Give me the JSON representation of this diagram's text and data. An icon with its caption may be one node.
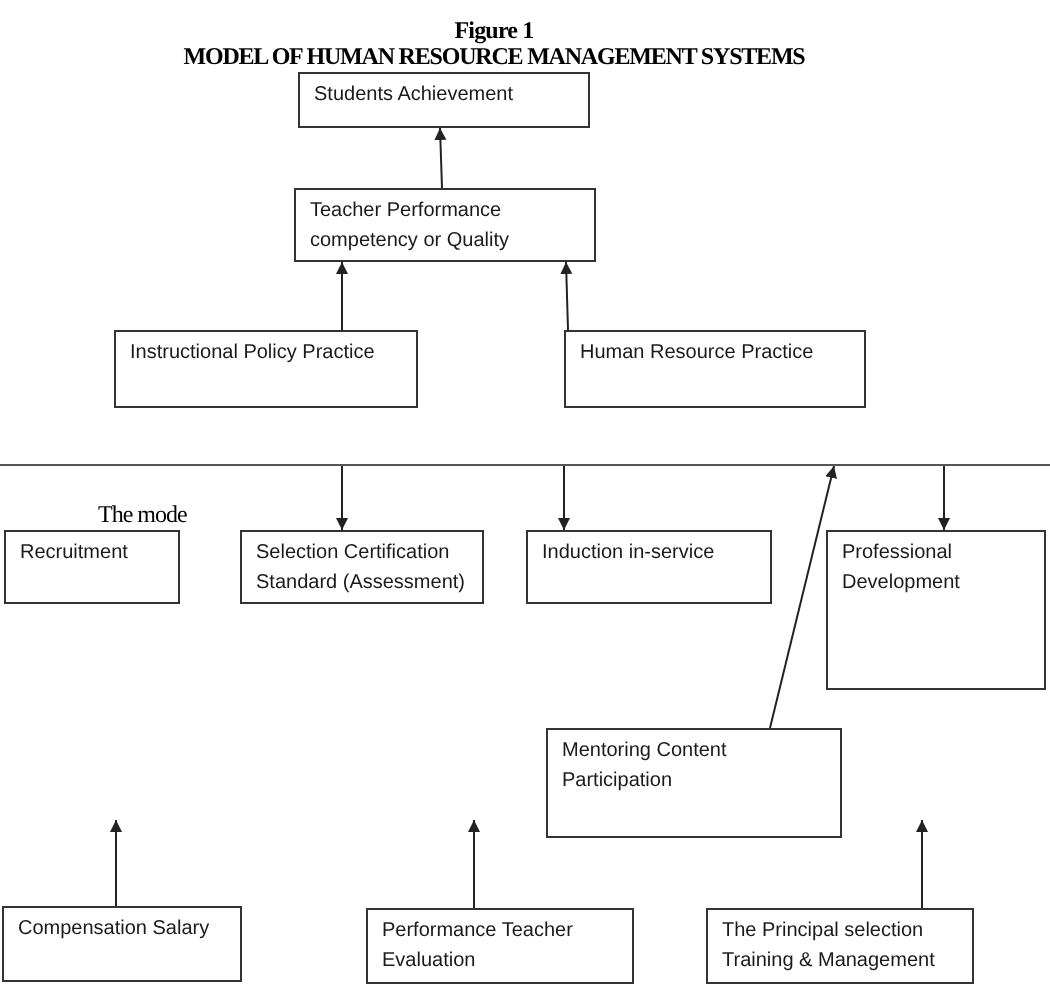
{
  "diagram": {
    "title": "MODEL OF HUMAN RESOURCE MANAGEMENT SYSTEMS",
    "caption": "Figure 1",
    "nodes": [
      {
        "text": [
          "Students Achievement"
        ]
      },
      {
        "text": [
          "Teacher Performance competency or Quality"
        ]
      },
      {
        "text": [
          "Instructional Policy Practice"
        ]
      },
      {
        "text": [
          "Human Resource Practice"
        ]
      },
      {
        "text": [],
        "shape": "bar"
      },
      {
        "text": [
          "Recruitment"
        ]
      },
      {
        "text": [
          "Selection Certification Standard (Assessment)"
        ]
      },
      {
        "text": [
          "Induction in-service"
        ]
      },
      {
        "text": [
          "Professional Development"
        ]
      },
      {
        "text": [
          "Mentoring Content Participation"
        ]
      },
      {
        "text": [
          "Compensation Salary"
        ]
      },
      {
        "text": [
          "Performance Teacher Evaluation"
        ]
      },
      {
        "text": [
          "The Principal selection Training & Management"
        ]
      }
    ],
    "edges": [
      {
        "from": 1,
        "to": 0,
        "arrow": "to"
      },
      {
        "from": 2,
        "to": 1,
        "arrow": "to"
      },
      {
        "from": 3,
        "to": 1,
        "arrow": "to"
      },
      {
        "from": 4,
        "to": 6,
        "arrow": "to"
      },
      {
        "from": 4,
        "to": 7,
        "arrow": "to"
      },
      {
        "from": 4,
        "to": 8,
        "arrow": "to"
      },
      {
        "from": 9,
        "to": 4,
        "arrow": "to"
      },
      {
        "from": 10,
        "to": null,
        "arrow": "to"
      },
      {
        "from": 11,
        "to": null,
        "arrow": "to"
      },
      {
        "from": 12,
        "to": null,
        "arrow": "to"
      }
    ],
    "labels": [
      "The mode"
    ]
  }
}
